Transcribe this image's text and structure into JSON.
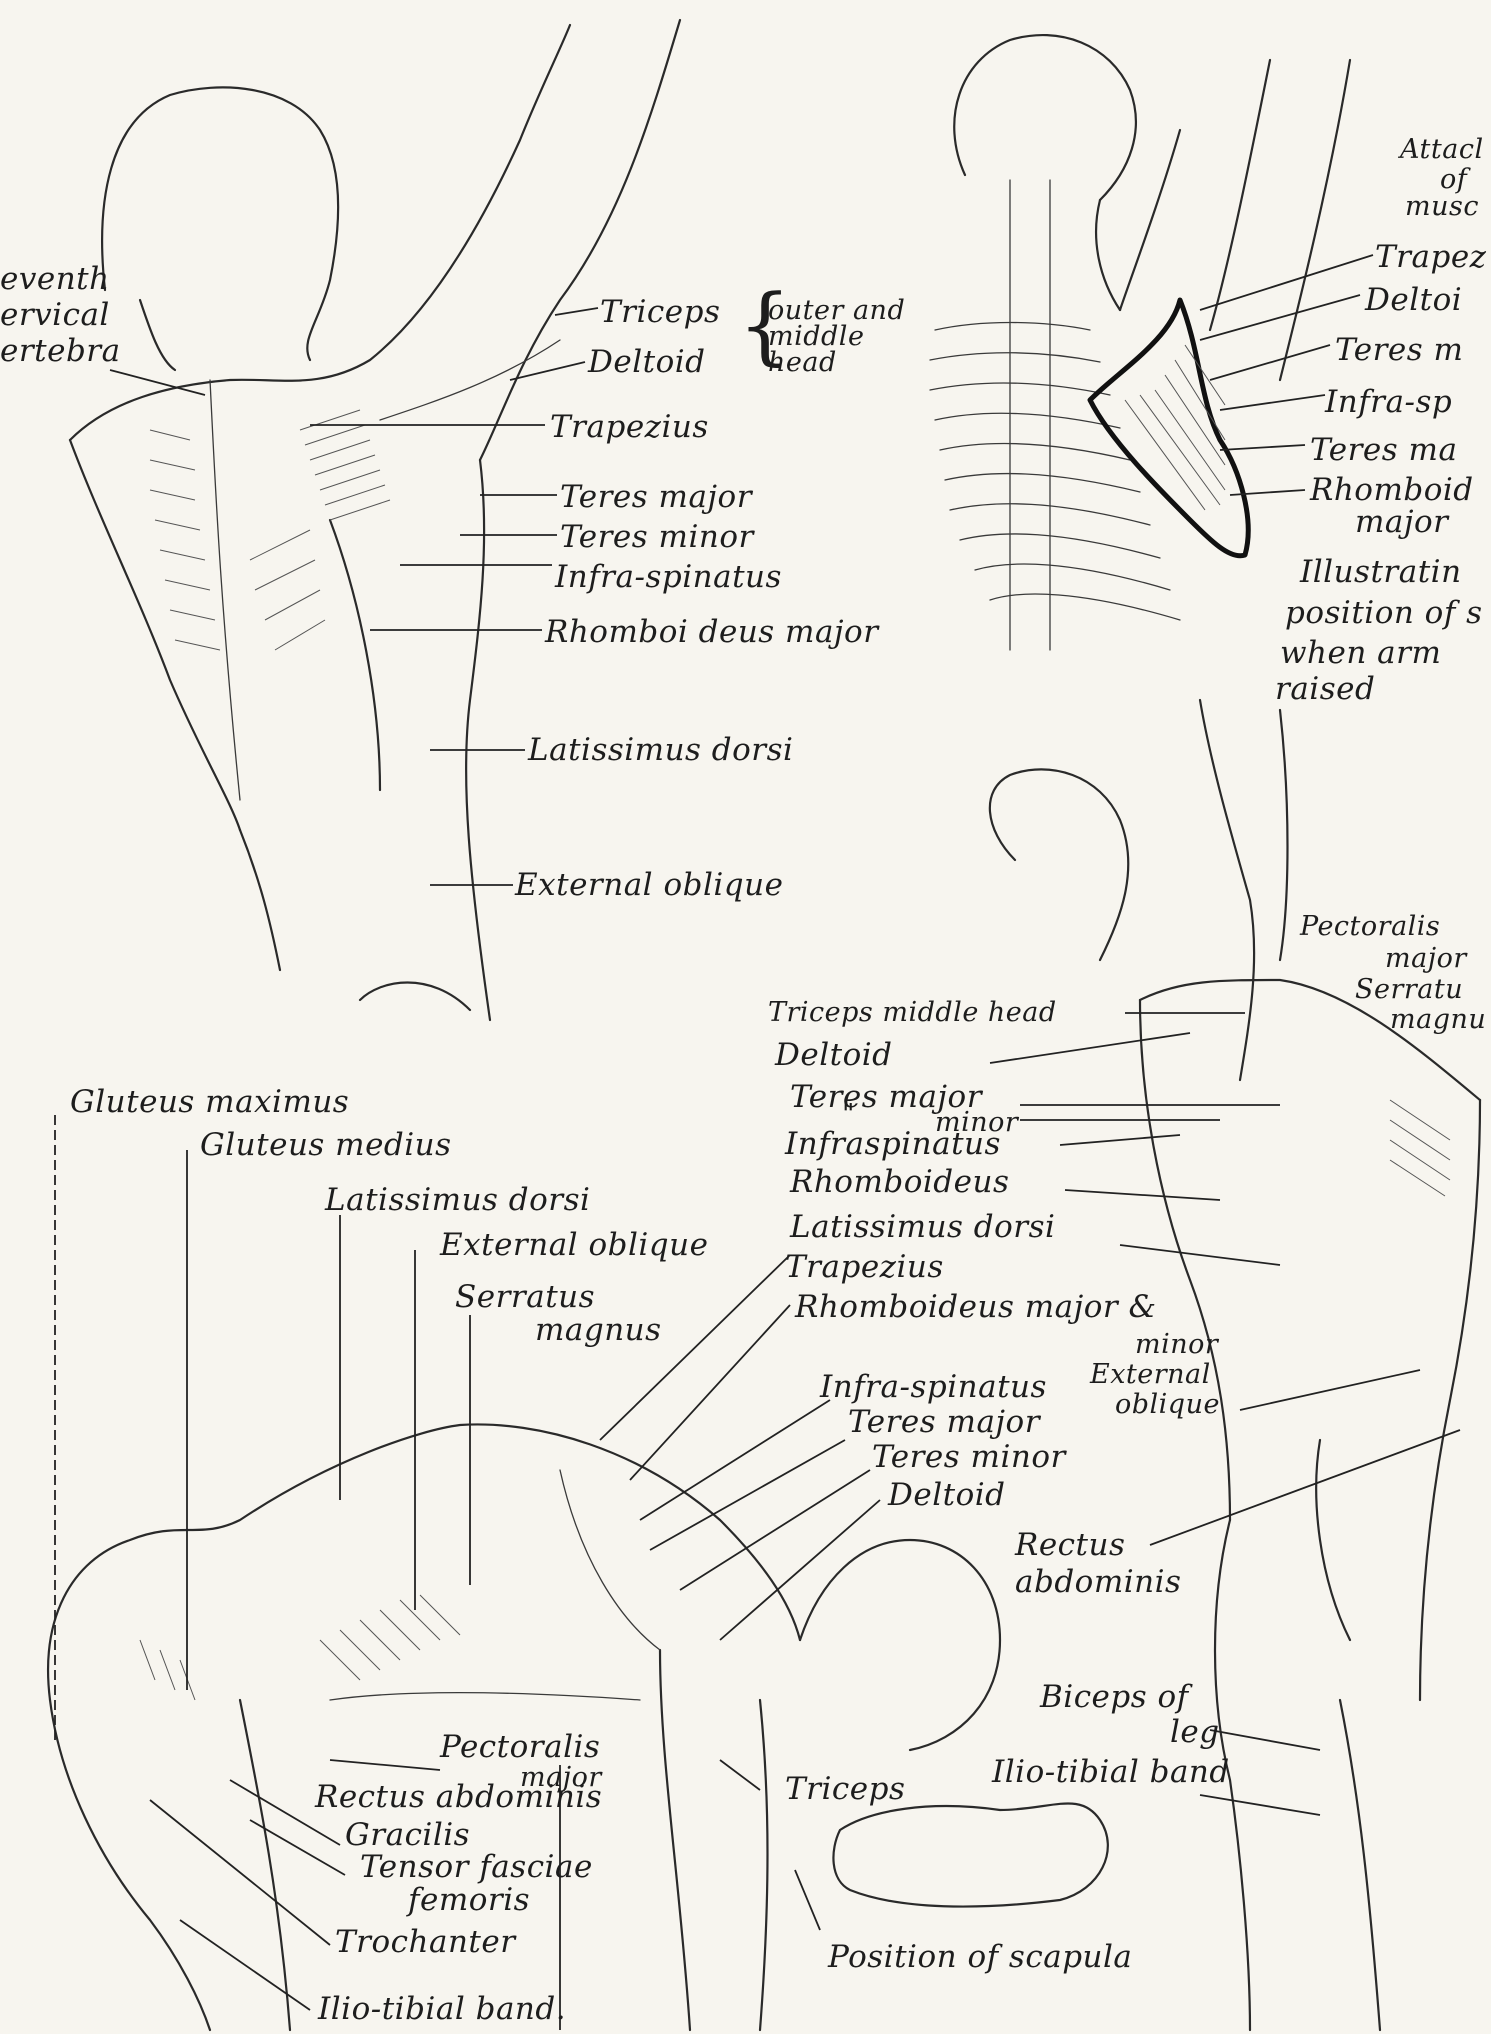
{
  "figure": {
    "top_left_labels": {
      "seventh_cervical": [
        "eventh",
        "ervical",
        "ertebra"
      ],
      "triceps": "Triceps",
      "triceps_note": [
        "outer and",
        "middle",
        "head"
      ],
      "deltoid": "Deltoid",
      "trapezius": "Trapezius",
      "teres_major": "Teres major",
      "teres_minor": "Teres minor",
      "infra_spinatus": "Infra-spinatus",
      "rhomboideus_major": "Rhomboi deus major",
      "latissimus_dorsi": "Latissimus dorsi",
      "external_oblique": "External oblique"
    },
    "top_right_labels": {
      "attach": [
        "Attacl",
        "of",
        "musc"
      ],
      "trapezius": "Trapez",
      "deltoid": "Deltoi",
      "teres_minor": "Teres m",
      "infra_spinatus": "Infra-sp",
      "teres_major": "Teres ma",
      "rhomboideus": [
        "Rhomboid",
        "major"
      ],
      "caption": [
        "Illustratin",
        "position of s",
        "when arm",
        "raised"
      ]
    },
    "right_figure_labels": {
      "pectoralis_major": [
        "Pectoralis",
        "major"
      ],
      "serratus": [
        "Serratu",
        "magnu"
      ],
      "triceps_middle_head": "Triceps middle head",
      "deltoid": "Deltoid",
      "teres_major": "Teres major",
      "teres_minor": "minor",
      "ditto_mark": "\"",
      "infra_spinatus": "Infraspinatus",
      "rhomboideus": "Rhomboideus",
      "latissimus_dorsi": "Latissimus dorsi",
      "trapezius": "Trapezius",
      "rhomboideus_major_minor": [
        "Rhomboideus major &",
        "minor"
      ],
      "external_oblique": [
        "External",
        "oblique"
      ],
      "rectus_abdominis": [
        "Rectus",
        "abdominis"
      ],
      "biceps_of_leg": [
        "Biceps of",
        "leg"
      ],
      "ilio_tibial_band": "Ilio-tibial band"
    },
    "bottom_figure_labels": {
      "gluteus_maximus": "Gluteus maximus",
      "gluteus_medius": "Gluteus medius",
      "latissimus_dorsi": "Latissimus dorsi",
      "external_oblique": "External oblique",
      "serratus_magnus": [
        "Serratus",
        "magnus"
      ],
      "infra_spinatus": "Infra-spinatus",
      "teres_major": "Teres major",
      "teres_minor": "Teres minor",
      "deltoid": "Deltoid",
      "pectoralis_major": [
        "Pectoralis",
        "major"
      ],
      "rectus_abdominis": "Rectus abdominis",
      "triceps": "Triceps",
      "gracilis": "Gracilis",
      "tensor_fasciae_femoris": [
        "Tensor fasciae",
        "femoris"
      ],
      "trochanter": "Trochanter",
      "ilio_tibial_band": "Ilio-tibial band.",
      "position_of_scapula": "Position of scapula"
    }
  }
}
